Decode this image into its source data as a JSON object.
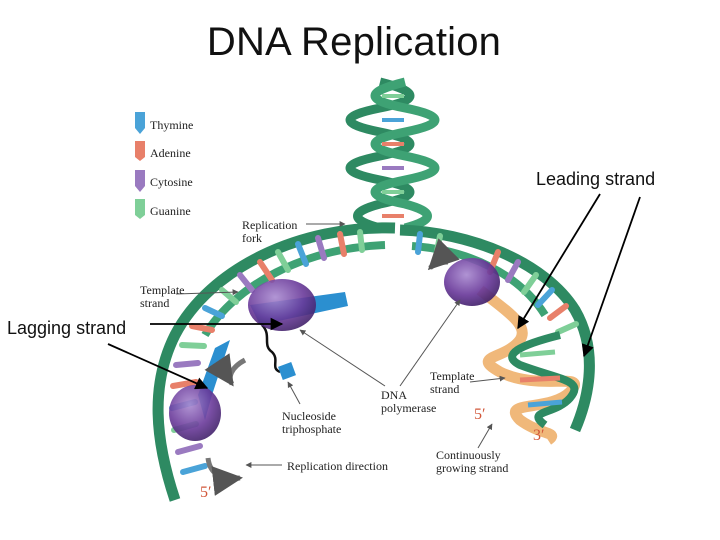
{
  "title": "DNA Replication",
  "callouts": {
    "leading": "Leading strand",
    "lagging": "Lagging strand"
  },
  "legend": [
    {
      "label": "Thymine",
      "color": "#4aa3d8"
    },
    {
      "label": "Adenine",
      "color": "#e8806a"
    },
    {
      "label": "Cytosine",
      "color": "#9a7ac0"
    },
    {
      "label": "Guanine",
      "color": "#7fcf98"
    }
  ],
  "labels": {
    "fork_1": "Replication",
    "fork_2": "fork",
    "template_left_1": "Template",
    "template_left_2": "strand",
    "template_right_1": "Template",
    "template_right_2": "strand",
    "polymerase_1": "DNA",
    "polymerase_2": "polymerase",
    "nucleoside_1": "Nucleoside",
    "nucleoside_2": "triphosphate",
    "direction": "Replication direction",
    "growing_1": "Continuously",
    "growing_2": "growing strand",
    "five_prime_right": "5′",
    "three_prime": "3′",
    "five_prime_bottom": "5′"
  },
  "colors": {
    "backbone": "#2e8a62",
    "new_strand": "#f0b87a",
    "lagging_new": "#2b8fd0",
    "polymerase": "#6a3a9a",
    "accent_label": "#d2573a"
  }
}
